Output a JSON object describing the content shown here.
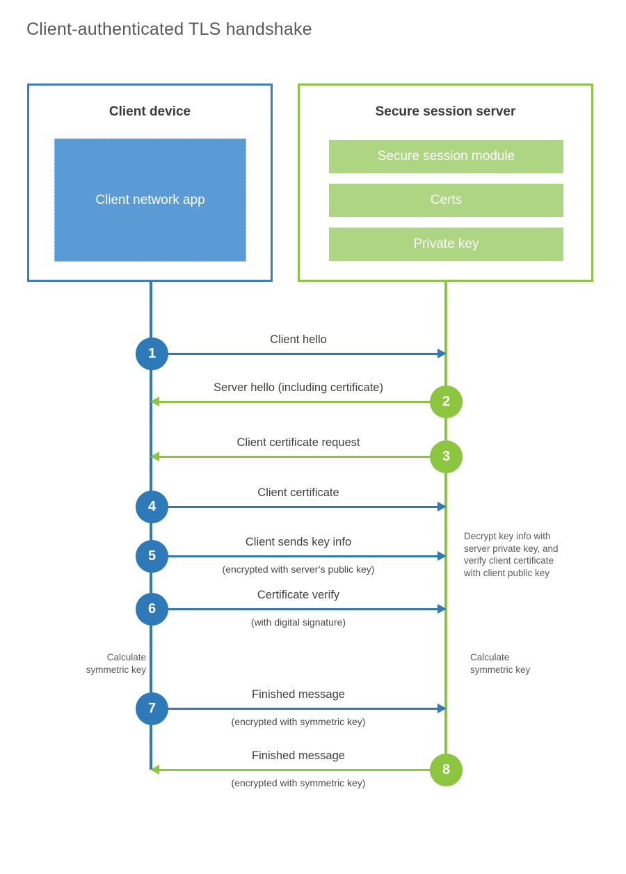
{
  "title": "Client-authenticated TLS handshake",
  "colors": {
    "client_blue": "#2e7ab8",
    "client_app_fill": "#5b9bd5",
    "server_green": "#8cc63f",
    "server_bar_fill": "#aed581",
    "text": "#414042",
    "title_text": "#58595b",
    "background": "#ffffff"
  },
  "client": {
    "title": "Client device",
    "app_label": "Client network app"
  },
  "server": {
    "title": "Secure session server",
    "bars": [
      {
        "label": "Secure session module"
      },
      {
        "label": "Certs"
      },
      {
        "label": "Private key"
      }
    ]
  },
  "messages": [
    {
      "step": "1",
      "label": "Client hello",
      "sublabel": "",
      "direction": "client-to-server",
      "color": "blue",
      "circle_side": "client"
    },
    {
      "step": "2",
      "label": "Server hello (including certificate)",
      "sublabel": "",
      "direction": "server-to-client",
      "color": "green",
      "circle_side": "server"
    },
    {
      "step": "3",
      "label": "Client certificate request",
      "sublabel": "",
      "direction": "server-to-client",
      "color": "green",
      "circle_side": "server"
    },
    {
      "step": "4",
      "label": "Client certificate",
      "sublabel": "",
      "direction": "client-to-server",
      "color": "blue",
      "circle_side": "client"
    },
    {
      "step": "5",
      "label": "Client sends key info",
      "sublabel": "(encrypted with server’s public key)",
      "direction": "client-to-server",
      "color": "blue",
      "circle_side": "client"
    },
    {
      "step": "6",
      "label": "Certificate verify",
      "sublabel": "(with digital signature)",
      "direction": "client-to-server",
      "color": "blue",
      "circle_side": "client"
    },
    {
      "step": "7",
      "label": "Finished message",
      "sublabel": "(encrypted with symmetric key)",
      "direction": "client-to-server",
      "color": "blue",
      "circle_side": "client"
    },
    {
      "step": "8",
      "label": "Finished message",
      "sublabel": "(encrypted with symmetric key)",
      "direction": "server-to-client",
      "color": "green",
      "circle_side": "server"
    }
  ],
  "notes": {
    "server_decrypt": {
      "lines": [
        "Decrypt key info with",
        "server private key, and",
        "verify client certificate",
        "with client public key"
      ]
    },
    "client_calculate": {
      "lines": [
        "Calculate",
        "symmetric key"
      ]
    },
    "server_calculate": {
      "lines": [
        "Calculate",
        "symmetric key"
      ]
    }
  }
}
